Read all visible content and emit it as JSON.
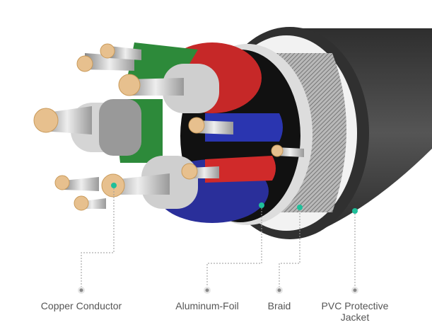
{
  "labels": {
    "copper": "Copper Conductor",
    "foil": "Aluminum-Foil",
    "braid": "Braid",
    "jacket_line1": "PVC Protective",
    "jacket_line2": "Jacket"
  },
  "colors": {
    "accent": "#1fbf9a",
    "jacket": "#3a3a3a",
    "copper": "#e7c08e",
    "red": "#d02a2a",
    "blue": "#2a2f9a",
    "green": "#2d8a3a",
    "leader": "#9a9a9a"
  }
}
